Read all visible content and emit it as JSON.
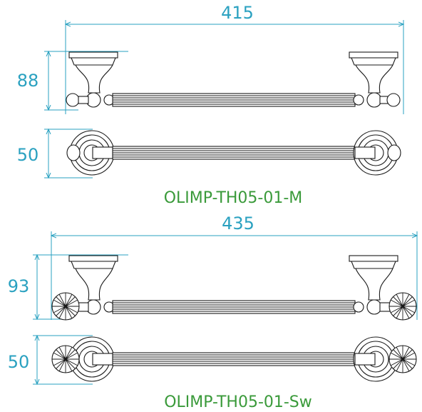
{
  "products": [
    {
      "code": "OLIMP-TH05-01-M",
      "width_dimension": "415",
      "height_dimension": "88",
      "depth_dimension": "50"
    },
    {
      "code": "OLIMP-TH05-01-Sw",
      "width_dimension": "435",
      "height_dimension": "93",
      "depth_dimension": "50"
    }
  ],
  "colors": {
    "dimension": "#2aa1c0",
    "caption": "#3a9a3a",
    "drawing": "#1a1a1a"
  }
}
